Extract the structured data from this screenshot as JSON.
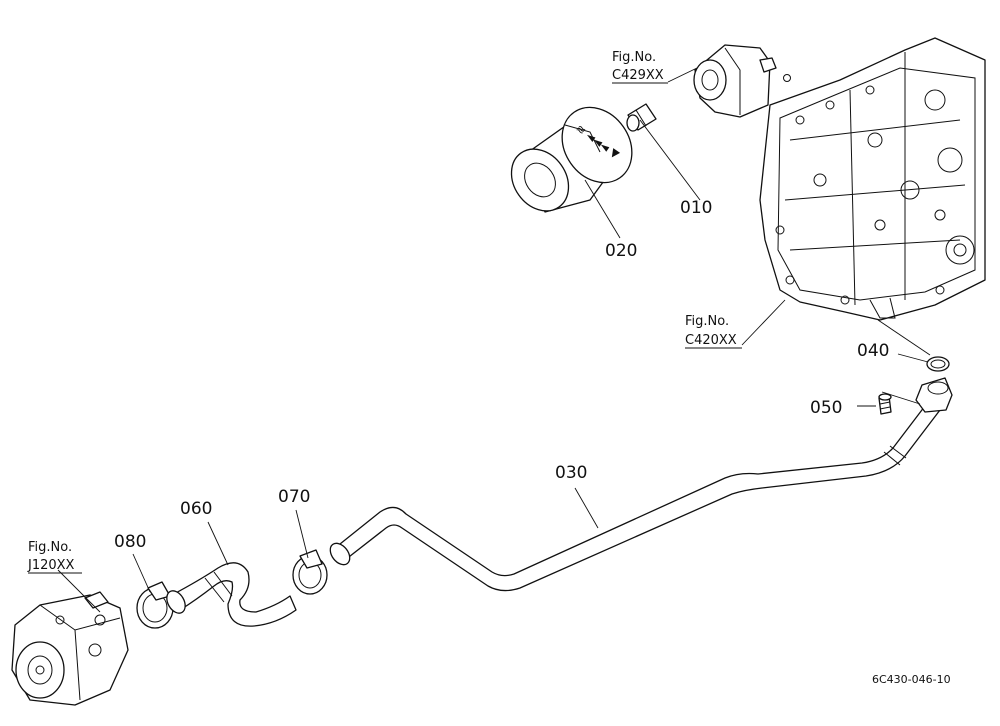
{
  "callouts": {
    "p010": "010",
    "p020": "020",
    "p030": "030",
    "p040": "040",
    "p050": "050",
    "p060": "060",
    "p070": "070",
    "p080": "080"
  },
  "references": {
    "c429": {
      "label": "Fig.No.",
      "code": "C429XX"
    },
    "c420": {
      "label": "Fig.No.",
      "code": "C420XX"
    },
    "j120": {
      "label": "Fig.No.",
      "code": "J120XX"
    }
  },
  "drawing_code": "6C430-046-10"
}
